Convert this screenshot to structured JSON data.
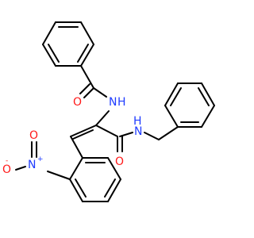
{
  "molecule": {
    "atoms": {
      "carbonyl_oxygen_1": {
        "symbol": "O",
        "color": "#ff1a1a"
      },
      "amide_nitrogen_1": {
        "symbol": "N",
        "hydrogen": "H",
        "color": "#1f3cff"
      },
      "amide_nitrogen_2": {
        "symbol": "N",
        "hydrogen": "H",
        "color": "#1f3cff"
      },
      "carbonyl_oxygen_2": {
        "symbol": "O",
        "color": "#ff1a1a"
      },
      "nitro_nitrogen": {
        "symbol": "N",
        "charge": "+",
        "color": "#1f3cff"
      },
      "nitro_oxygen_double": {
        "symbol": "O",
        "color": "#ff1a1a"
      },
      "nitro_oxygen_single": {
        "symbol": "O",
        "charge": "-",
        "color": "#ff1a1a"
      }
    }
  }
}
